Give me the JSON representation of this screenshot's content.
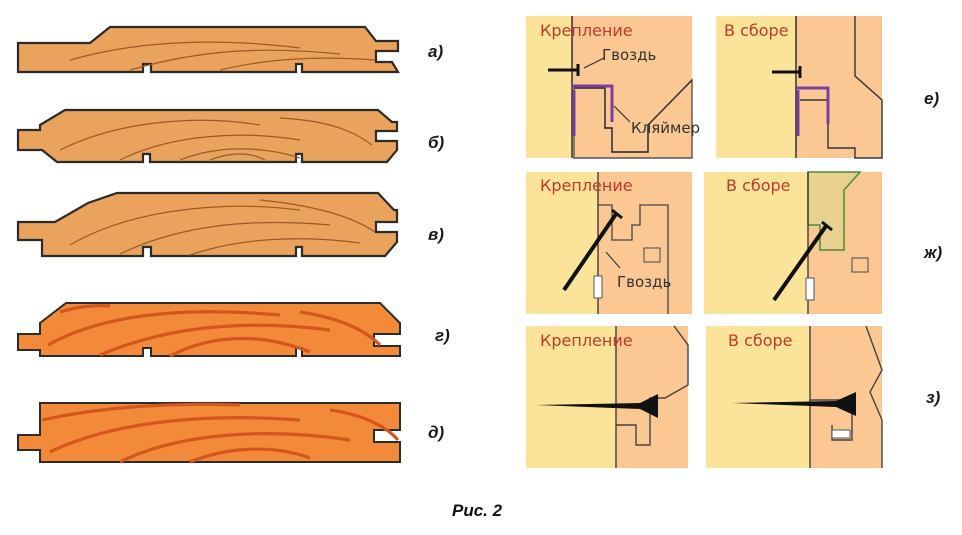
{
  "board_labels": [
    "а)",
    "б)",
    "в)",
    "г)",
    "д)"
  ],
  "detail_labels": [
    "е)",
    "ж)",
    "з)"
  ],
  "panel_titles": {
    "fastening": "Крепление",
    "assembled": "В сборе"
  },
  "callouts": {
    "nail": "Гвоздь",
    "clamp": "Кляймер"
  },
  "caption": "Рис. 2",
  "colors": {
    "wood_light": "#e9a35c",
    "wood_bright": "#f28a3a",
    "wall": "#fbe49a",
    "profile": "#fbc894",
    "clamp": "#7b3fa0",
    "title_red": "#c0392b"
  }
}
